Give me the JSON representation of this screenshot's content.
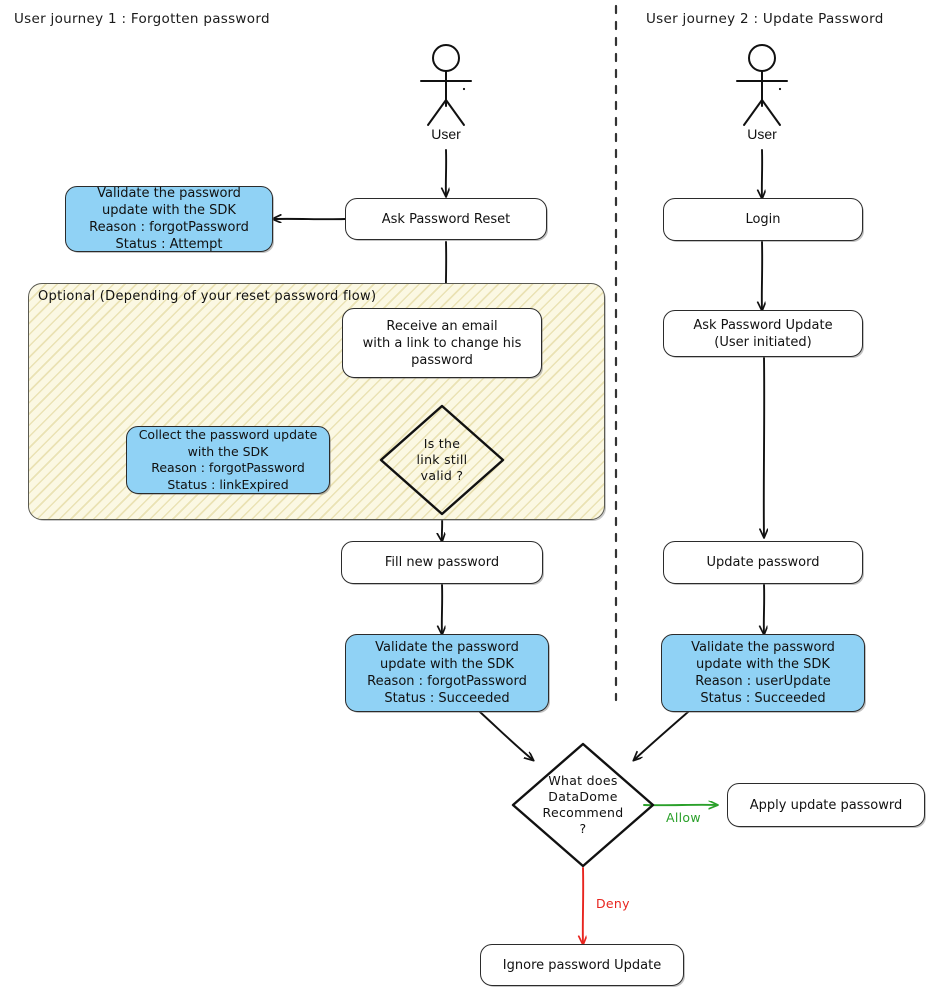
{
  "diagram": {
    "type": "flowchart",
    "title_fragment_top": "",
    "journeys": [
      {
        "id": "j1",
        "title": "User journey 1 : Forgotten password"
      },
      {
        "id": "j2",
        "title": "User journey 2 : Update Password"
      }
    ],
    "actors": [
      {
        "id": "actor1",
        "label": "User"
      },
      {
        "id": "actor2",
        "label": "User"
      }
    ],
    "group": {
      "label": "Optional (Depending of your reset password flow)",
      "fill": "#fbf8e3",
      "hatch": "#d6c87a"
    },
    "colors": {
      "sdk_node_fill": "#90d2f5",
      "plain_node_fill": "#ffffff",
      "stroke": "#2b2b2b",
      "allow": "#2aa02a",
      "deny": "#e8251f"
    },
    "nodes": {
      "ask_password_reset": {
        "text": "Ask Password Reset"
      },
      "validate_attempt": {
        "line1": "Validate the password",
        "line2": "update with the SDK",
        "line3": "Reason : forgotPassword",
        "line4": "Status : Attempt"
      },
      "receive_email": {
        "line1": "Receive an email",
        "line2": "with a link to change his",
        "line3": "password"
      },
      "link_valid": {
        "line1": "Is the",
        "line2": "link still",
        "line3": "valid ?"
      },
      "collect_link_expired": {
        "line1": "Collect the password update",
        "line2": "with the SDK",
        "line3": "Reason : forgotPassword",
        "line4": "Status : linkExpired"
      },
      "fill_new_password": {
        "text": "Fill new password"
      },
      "validate_forgot_succeeded": {
        "line1": "Validate the password",
        "line2": "update with the SDK",
        "line3": "Reason : forgotPassword",
        "line4": "Status : Succeeded"
      },
      "login": {
        "text": "Login"
      },
      "ask_password_update": {
        "line1": "Ask Password Update",
        "line2": "(User initiated)"
      },
      "update_password": {
        "text": "Update password"
      },
      "validate_userupdate_succeeded": {
        "line1": "Validate the password",
        "line2": "update with the SDK",
        "line3": "Reason : userUpdate",
        "line4": "Status : Succeeded"
      },
      "datadome_decision": {
        "line1": "What does",
        "line2": "DataDome",
        "line3": "Recommend",
        "line4": "?"
      },
      "apply_update": {
        "text": "Apply update passowrd"
      },
      "ignore_update": {
        "text": "Ignore password Update"
      }
    },
    "edge_labels": {
      "allow": "Allow",
      "deny": "Deny"
    }
  }
}
